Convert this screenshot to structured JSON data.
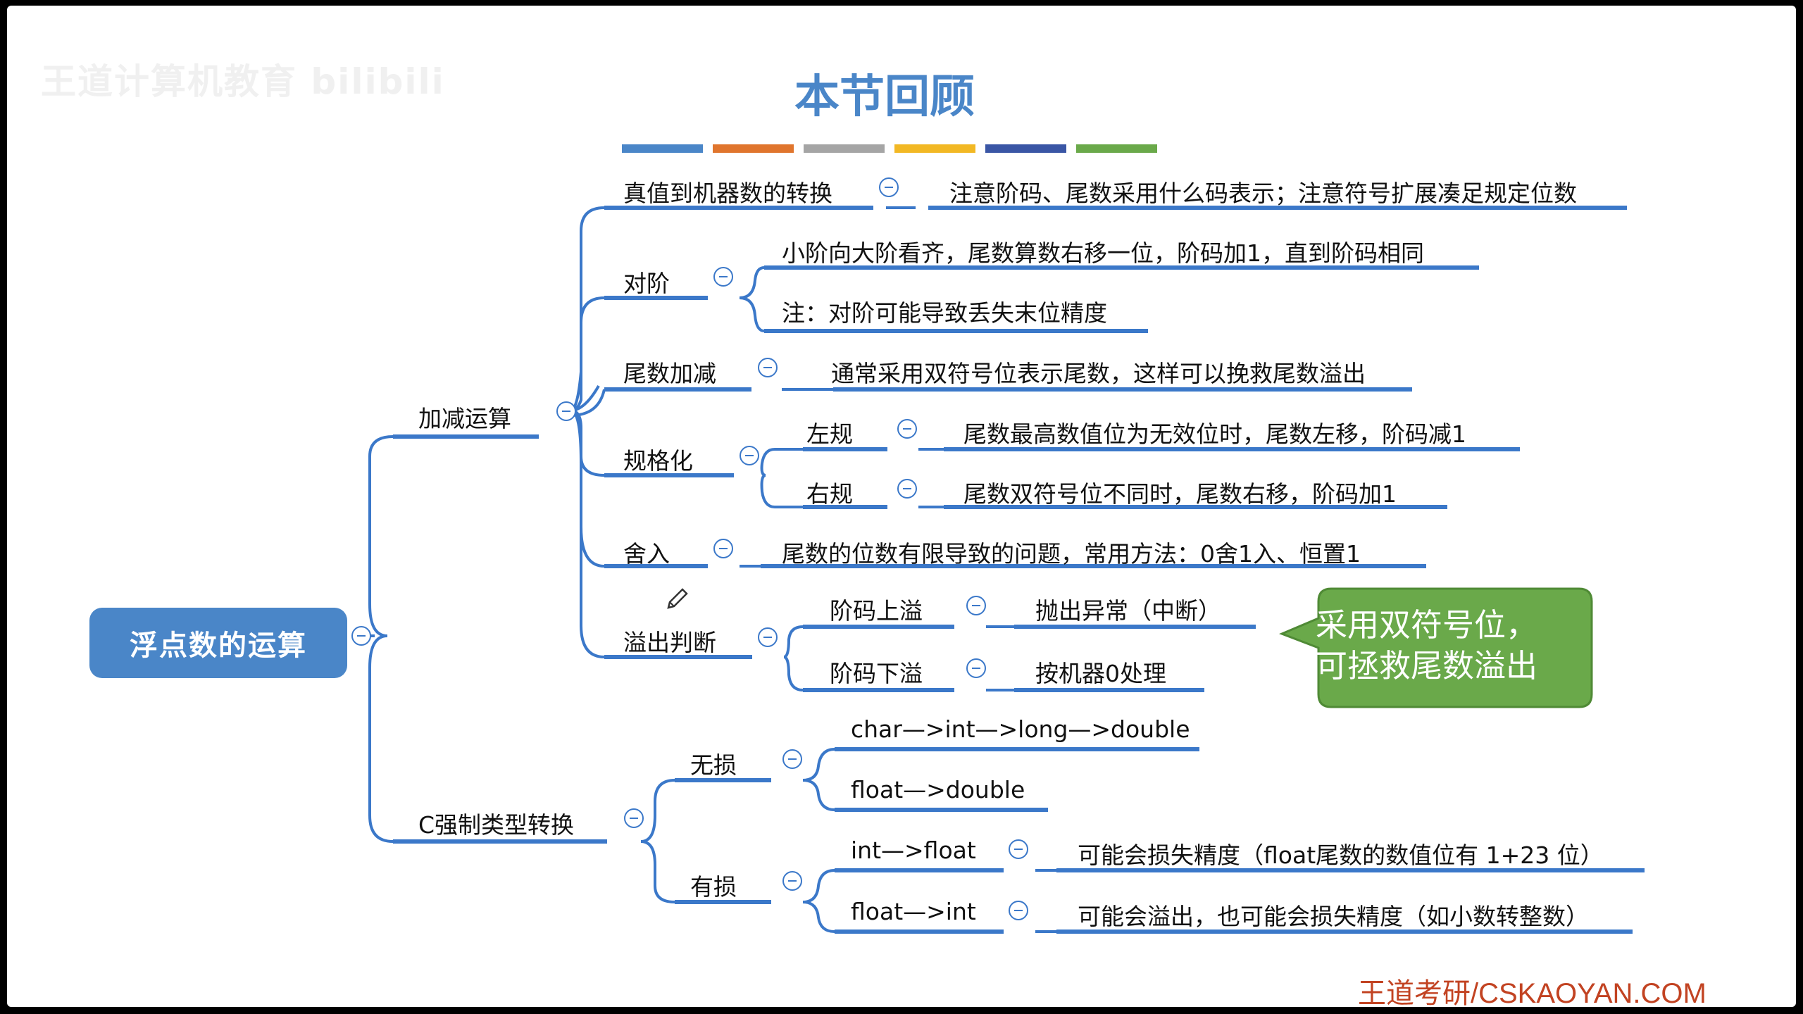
{
  "watermark": "王道计算机教育 bilibili",
  "title": "本节回顾",
  "colors": [
    "#4a86c8",
    "#e0752d",
    "#a5a5a5",
    "#f2b824",
    "#3a56a5",
    "#6aa94a"
  ],
  "root": "浮点数的运算",
  "branches": {
    "addsub": "加减运算",
    "conv": "真值到机器数的转换",
    "conv_note": "注意阶码、尾数采用什么码表示；注意符号扩展凑足规定位数",
    "align": "对阶",
    "align_1": "小阶向大阶看齐，尾数算数右移一位，阶码加1，直到阶码相同",
    "align_2": "注：对阶可能导致丢失末位精度",
    "mantissa": "尾数加减",
    "mantissa_note": "通常采用双符号位表示尾数，这样可以挽救尾数溢出",
    "normalize": "规格化",
    "left": "左规",
    "left_note": "尾数最高数值位为无效位时，尾数左移，阶码减1",
    "right": "右规",
    "right_note": "尾数双符号位不同时，尾数右移，阶码加1",
    "round": "舍入",
    "round_note": "尾数的位数有限导致的问题，常用方法：0舍1入、恒置1",
    "overflow": "溢出判断",
    "ovf_up": "阶码上溢",
    "ovf_up_note": "抛出异常（中断）",
    "ovf_down": "阶码下溢",
    "ovf_down_note": "按机器0处理",
    "cast": "C强制类型转换",
    "lossless": "无损",
    "lossless_1": "char—>int—>long—>double",
    "lossless_2": "float—>double",
    "lossy": "有损",
    "lossy_1": "int—>float",
    "lossy_1_note": "可能会损失精度（float尾数的数值位有 1+23 位）",
    "lossy_2": "float—>int",
    "lossy_2_note": "可能会溢出，也可能会损失精度（如小数转整数）"
  },
  "callout": {
    "line1": "采用双符号位，",
    "line2": "可拯救尾数溢出"
  },
  "footer": "王道考研/CSKAOYAN.COM"
}
